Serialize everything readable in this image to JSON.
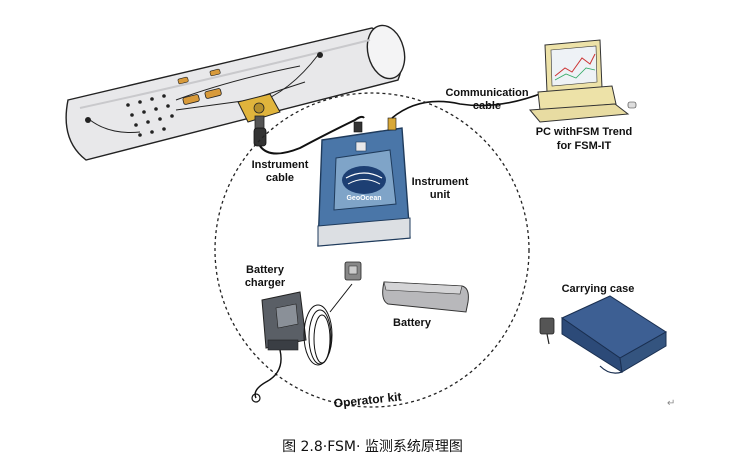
{
  "labels": {
    "communication_cable": [
      "Communication",
      "cable"
    ],
    "pc": [
      "PC withFSM Trend",
      "for FSM-IT"
    ],
    "instrument_cable": [
      "Instrument",
      "cable"
    ],
    "instrument_unit": [
      "Instrument",
      "unit"
    ],
    "battery_charger": [
      "Battery",
      "charger"
    ],
    "battery": "Battery",
    "carrying_case": "Carrying case",
    "operator_kit": "Operator kit",
    "brand": "GeoOcean"
  },
  "caption": "图 2.8·FSM· 监测系统原理图",
  "paragraph_mark": "↵",
  "colors": {
    "pipe": "#e8e8ea",
    "instrument_body": "#4a76a8",
    "instrument_screen": "#7fa4c8",
    "logo_blue": "#1d3f73",
    "case_blue": "#3d5f93",
    "battery_gray": "#b8b8bb",
    "connector_gold": "#e0b43c",
    "sensor_orange": "#d89a3a"
  }
}
